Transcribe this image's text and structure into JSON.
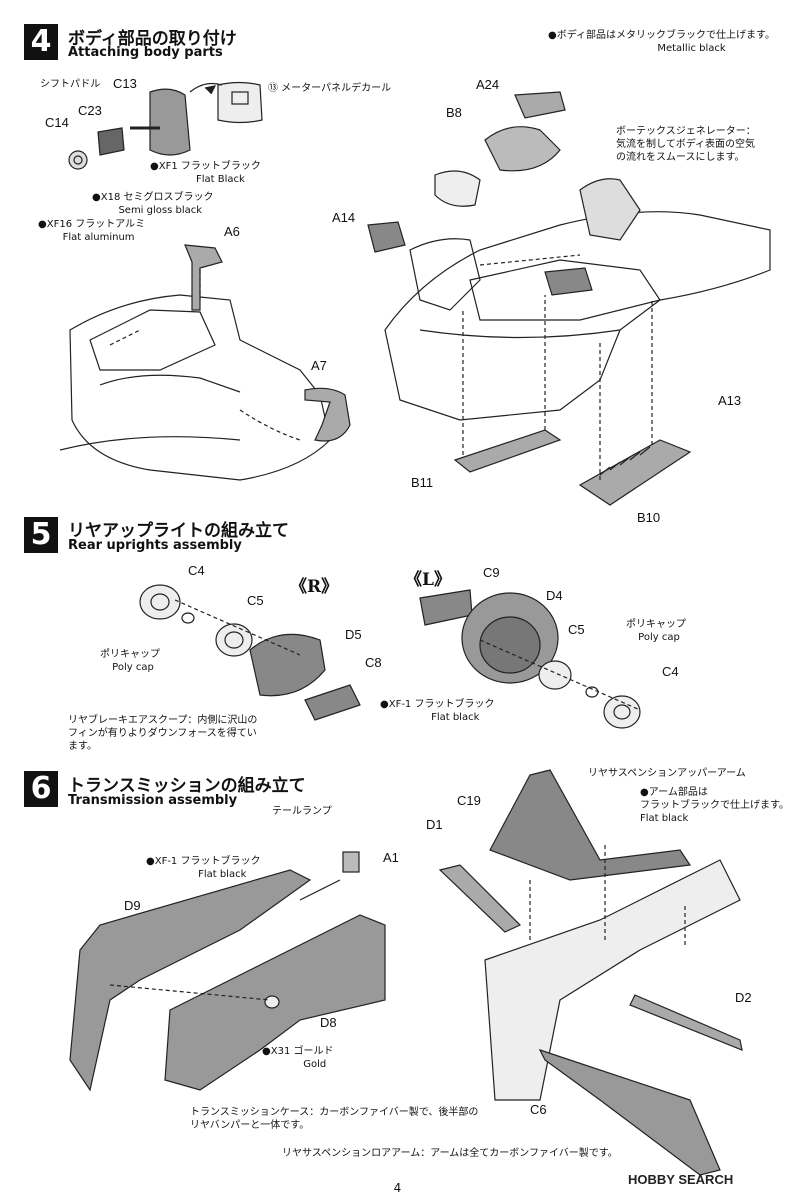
{
  "page_number": "4",
  "watermark": "HOBBY SEARCH",
  "steps": [
    {
      "number": "4",
      "title_jp": "ボディ部品の取り付け",
      "title_en": "Attaching body parts",
      "top_note": {
        "jp": "●ボディ部品はメタリックブラックで仕上げます。",
        "en": "Metallic black"
      },
      "paint_notes": [
        {
          "jp": "●XF1 フラットブラック",
          "en": "Flat Black"
        },
        {
          "jp": "●X18 セミグロスブラック",
          "en": "Semi gloss black"
        },
        {
          "jp": "●XF16 フラットアルミ",
          "en": "Flat aluminum"
        }
      ],
      "decal_note": "⑬ メーターパネルデカール",
      "shift_paddle": "シフトパドル",
      "vortex_note": [
        "ボーテックスジェネレーター：",
        "気流を制してボディ表面の空気",
        "の流れをスムースにします。"
      ],
      "parts": [
        "C13",
        "C23",
        "C14",
        "A6",
        "A7",
        "A24",
        "B8",
        "A14",
        "A13",
        "B11",
        "B10"
      ]
    },
    {
      "number": "5",
      "title_jp": "リヤアップライトの組み立て",
      "title_en": "Rear uprights assembly",
      "side_r": "《R》",
      "side_l": "《L》",
      "poly_cap_jp": "ポリキャップ",
      "poly_cap_en": "Poly cap",
      "paint_note": {
        "jp": "●XF-1 フラットブラック",
        "en": "Flat black"
      },
      "scoop_note": [
        "リヤブレーキエアスクープ：内側に沢山の",
        "フィンが有りよりダウンフォースを得てい",
        "ます。"
      ],
      "parts": [
        "C4",
        "C5",
        "D5",
        "C8",
        "C9",
        "D4",
        "C5",
        "C4"
      ]
    },
    {
      "number": "6",
      "title_jp": "トランスミッションの組み立て",
      "title_en": "Transmission assembly",
      "tail_lamp": "テールランプ",
      "paint_note_black": {
        "jp": "●XF-1 フラットブラック",
        "en": "Flat black"
      },
      "paint_note_gold": {
        "jp": "●X31 ゴールド",
        "en": "Gold"
      },
      "upper_arm_title": "リヤサスペンションアッパーアーム",
      "upper_arm_note": {
        "jp1": "●アーム部品は",
        "jp2": "フラットブラックで仕上げます。",
        "en": "Flat black"
      },
      "transmission_note": [
        "トランスミッションケース：カーボンファイバー製で、後半部の",
        "リヤバンパーと一体です。"
      ],
      "lower_arm_note": "リヤサスペンションロアアーム：アームは全てカーボンファイバー製です。",
      "parts": [
        "A1",
        "D9",
        "D8",
        "C19",
        "D1",
        "D2",
        "C6"
      ]
    }
  ]
}
